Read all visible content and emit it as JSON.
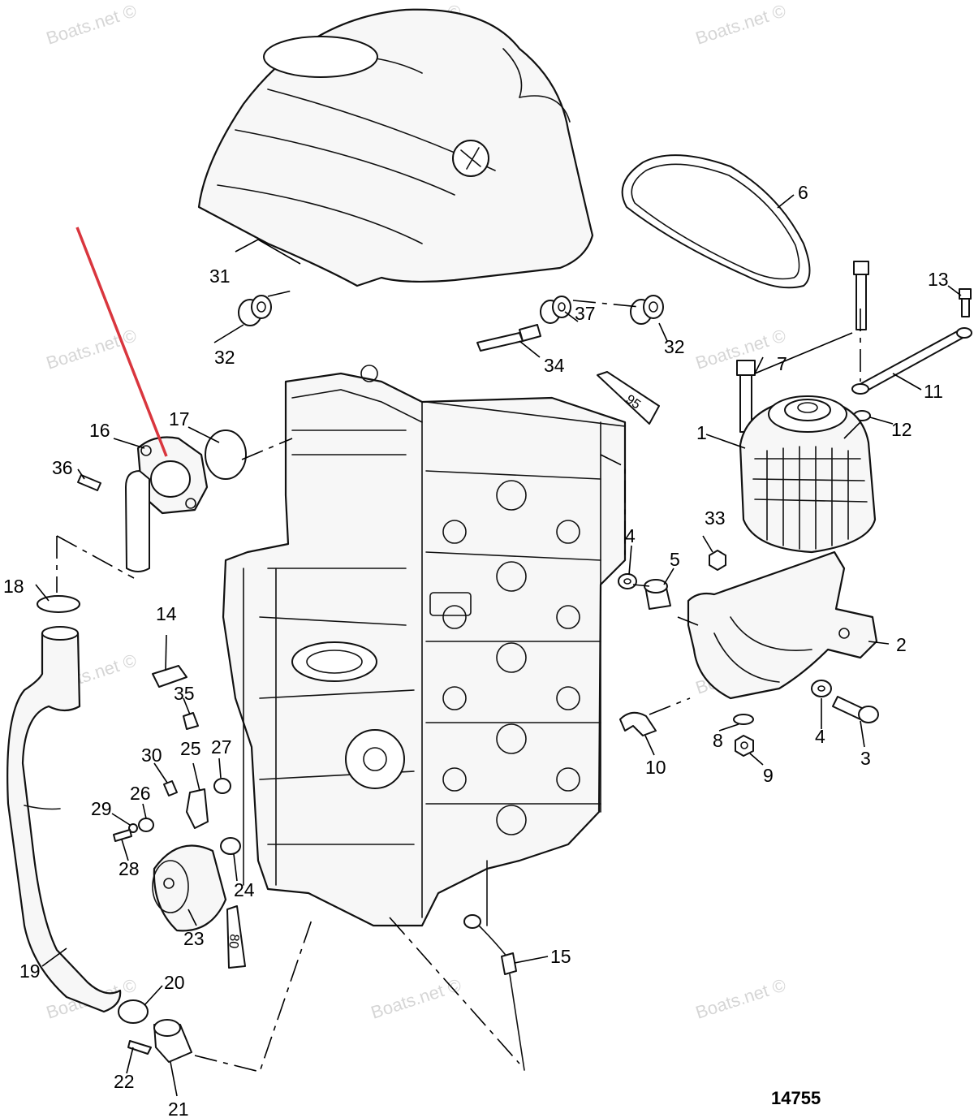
{
  "watermark": "Boats.net ©",
  "diagram_id": "14755",
  "sealant_tubes": [
    "95",
    "80"
  ],
  "accent_colors": {
    "pointer_line": "#d9363e",
    "ink": "#111111"
  },
  "callouts": [
    "1",
    "2",
    "3",
    "4",
    "4",
    "5",
    "6",
    "7",
    "8",
    "9",
    "10",
    "11",
    "12",
    "13",
    "14",
    "15",
    "16",
    "17",
    "18",
    "19",
    "20",
    "21",
    "22",
    "23",
    "24",
    "25",
    "26",
    "27",
    "28",
    "29",
    "30",
    "31",
    "32",
    "32",
    "33",
    "34",
    "35",
    "36",
    "37"
  ]
}
